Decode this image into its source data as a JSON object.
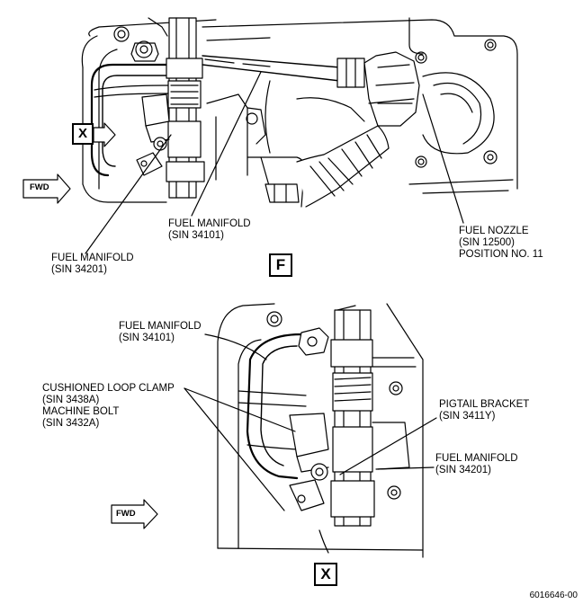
{
  "figure_number": "6016646-00",
  "views": {
    "top": {
      "tag": "F",
      "detail_ref": "X",
      "fwd": "FWD",
      "callouts": {
        "fuel_manifold_34101": [
          "FUEL MANIFOLD",
          "(SIN 34101)"
        ],
        "fuel_manifold_34201": [
          "FUEL MANIFOLD",
          "(SIN 34201)"
        ],
        "fuel_nozzle": [
          "FUEL NOZZLE",
          "(SIN 12500)",
          "POSITION NO. 11"
        ]
      }
    },
    "bottom": {
      "tag": "X",
      "fwd": "FWD",
      "callouts": {
        "fuel_manifold_34101": [
          "FUEL MANIFOLD",
          "(SIN 34101)"
        ],
        "clamp_bolt": [
          "CUSHIONED LOOP CLAMP",
          "(SIN 3438A)",
          "MACHINE BOLT",
          "(SIN 3432A)"
        ],
        "pigtail_bracket": [
          "PIGTAIL BRACKET",
          "(SIN 3411Y)"
        ],
        "fuel_manifold_34201": [
          "FUEL MANIFOLD",
          "(SIN 34201)"
        ]
      }
    }
  }
}
